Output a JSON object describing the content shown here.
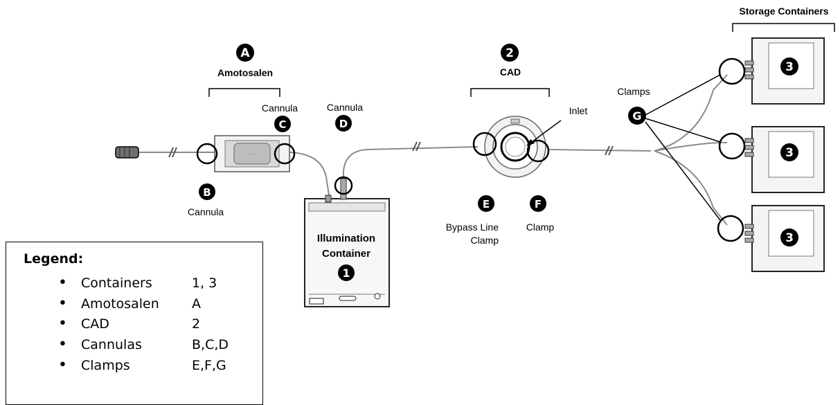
{
  "labels": {
    "amotosalen": "Amotosalen",
    "cad": "CAD",
    "storage_containers": "Storage Containers",
    "cannula_c": "Cannula",
    "cannula_d": "Cannula",
    "cannula_b": "Cannula",
    "inlet": "Inlet",
    "clamps": "Clamps",
    "bypass_line": "Bypass Line",
    "bypass_clamp": "Clamp",
    "clamp_f": "Clamp",
    "illumination_line1": "Illumination",
    "illumination_line2": "Container"
  },
  "badges": {
    "A": "A",
    "B": "B",
    "C": "C",
    "D": "D",
    "E": "E",
    "F": "F",
    "G": "G",
    "one": "1",
    "two": "2",
    "three": "3"
  },
  "legend": {
    "title": "Legend:",
    "items": [
      {
        "name": "Containers",
        "value": "1, 3"
      },
      {
        "name": "Amotosalen",
        "value": "A"
      },
      {
        "name": "CAD",
        "value": "2"
      },
      {
        "name": "Cannulas",
        "value": "B,C,D"
      },
      {
        "name": "Clamps",
        "value": "E,F,G"
      }
    ]
  },
  "colors": {
    "ink": "#000000",
    "paper": "#ffffff",
    "tube": "#8a8a8a",
    "device_fill": "#f2f2f2"
  }
}
